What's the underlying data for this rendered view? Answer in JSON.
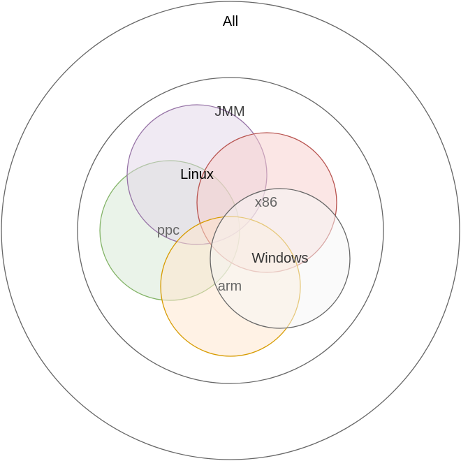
{
  "diagram": {
    "outer_label": "All",
    "inner_label": "JMM",
    "sets": [
      {
        "id": "linux",
        "label": "Linux",
        "fill": "#e1d5e7",
        "stroke": "#9673a6",
        "label_color": "#000000"
      },
      {
        "id": "ppc",
        "label": "ppc",
        "fill": "#d5e8d4",
        "stroke": "#82b366",
        "label_color": "#666666"
      },
      {
        "id": "x86",
        "label": "x86",
        "fill": "#f8cecc",
        "stroke": "#b85450",
        "label_color": "#666666"
      },
      {
        "id": "arm",
        "label": "arm",
        "fill": "#ffe6cc",
        "stroke": "#d79b00",
        "label_color": "#666666"
      },
      {
        "id": "windows",
        "label": "Windows",
        "fill": "#f5f5f5",
        "stroke": "#666666",
        "label_color": "#333333"
      }
    ],
    "colors": {
      "background": "#ffffff",
      "outer_ring_stroke": "#666666",
      "label_text": "#000000"
    }
  }
}
